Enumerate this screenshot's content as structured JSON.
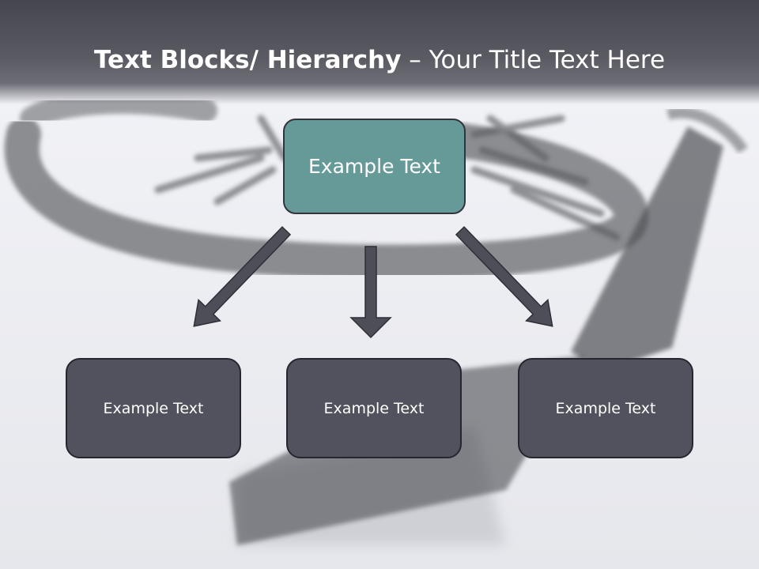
{
  "title": {
    "bold": "Text Blocks/ Hierarchy",
    "rest": " – Your Title Text Here"
  },
  "diagram": {
    "top": "Example Text",
    "children": [
      "Example Text",
      "Example Text",
      "Example Text"
    ]
  },
  "colors": {
    "header": "#46464f",
    "top_box": "#669a98",
    "child_box": "#52525e",
    "arrow": "#4e4e59"
  }
}
